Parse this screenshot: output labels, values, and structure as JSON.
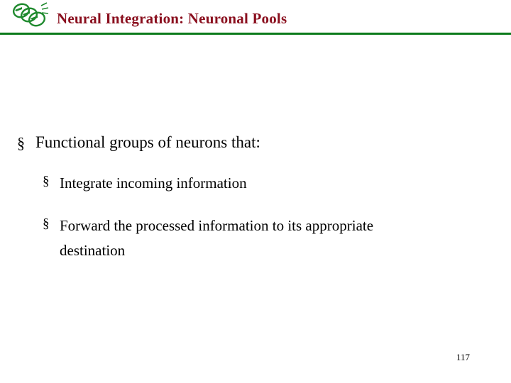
{
  "header": {
    "title": "Neural Integration: Neuronal Pools",
    "logo_alt": "ecc-logo",
    "title_color": "#8A0F1E",
    "rule_color": "#0B7A1B",
    "logo_color": "#1F8A2E"
  },
  "content": {
    "bullets": [
      {
        "level": 1,
        "marker": "§",
        "text": "Functional groups of neurons that:"
      },
      {
        "level": 2,
        "marker": "§",
        "text": "Integrate incoming information"
      },
      {
        "level": 2,
        "marker": "§",
        "text": "Forward the processed information to its appropriate destination"
      }
    ]
  },
  "footer": {
    "page_number": "117"
  }
}
